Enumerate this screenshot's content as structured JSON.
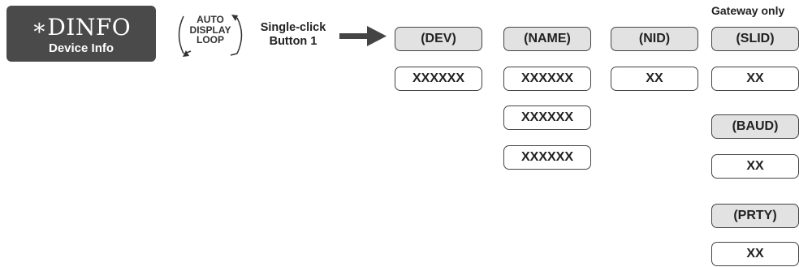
{
  "menu": {
    "title": "∗DINFO",
    "subtitle": "Device Info"
  },
  "loop_label": [
    "AUTO",
    "DISPLAY",
    "LOOP"
  ],
  "action": {
    "line1": "Single-click",
    "line2": "Button 1"
  },
  "gateway_note": "Gateway only",
  "columns": {
    "dev": {
      "header": "(DEV)",
      "values": [
        "XXXXXX"
      ]
    },
    "name": {
      "header": "(NAME)",
      "values": [
        "XXXXXX",
        "XXXXXX",
        "XXXXXX"
      ]
    },
    "nid": {
      "header": "(NID)",
      "values": [
        "XX"
      ]
    },
    "gateway": [
      {
        "header": "(SLID)",
        "value": "XX"
      },
      {
        "header": "(BAUD)",
        "value": "XX"
      },
      {
        "header": "(PRTY)",
        "value": "XX"
      }
    ]
  },
  "colors": {
    "tile": "#4a4a4a",
    "header_fill": "#e2e2e2",
    "value_fill": "#ffffff",
    "border": "#444444"
  },
  "icons": [
    "loop-arrows-icon",
    "right-arrow-icon"
  ]
}
